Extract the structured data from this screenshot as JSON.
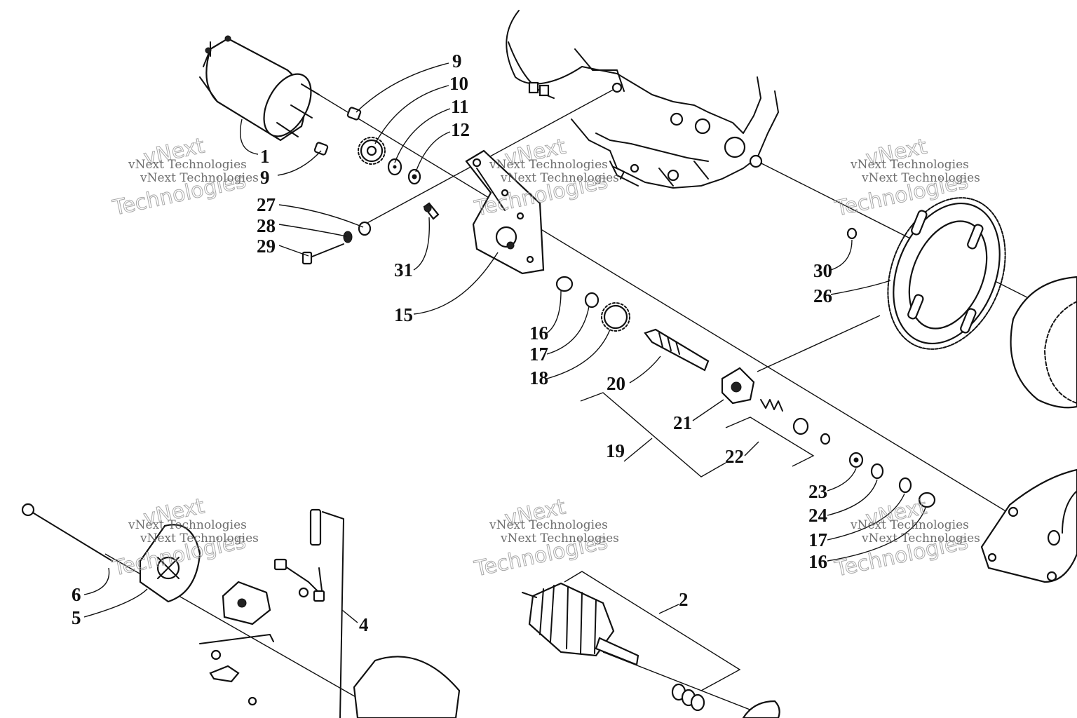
{
  "diagram": {
    "callouts": [
      "1",
      "2",
      "4",
      "5",
      "6",
      "9",
      "9",
      "10",
      "11",
      "12",
      "15",
      "16",
      "17",
      "18",
      "19",
      "20",
      "21",
      "22",
      "23",
      "24",
      "17",
      "16",
      "26",
      "27",
      "28",
      "29",
      "30",
      "31"
    ],
    "watermark": {
      "small": "vNext Technologies",
      "big_line1": "vNext",
      "big_line2": "Technologies"
    }
  }
}
